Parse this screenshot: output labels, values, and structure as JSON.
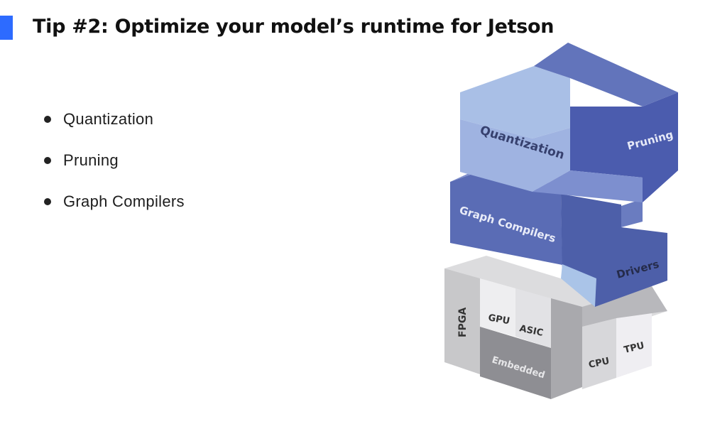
{
  "slide": {
    "title": "Tip #2: Optimize your model’s runtime for Jetson",
    "accent_color": "#2d6bff"
  },
  "bullets": [
    {
      "text": "Quantization"
    },
    {
      "text": "Pruning"
    },
    {
      "text": "Graph Compilers"
    }
  ],
  "diagram": {
    "top_layer": [
      "Quantization",
      "Pruning"
    ],
    "middle_layer": [
      "Graph Compilers",
      "Drivers"
    ],
    "bottom_layer": [
      "FPGA",
      "GPU",
      "ASIC",
      "Embedded",
      "CPU",
      "TPU"
    ],
    "colors": {
      "light_blue": "#9db4e0",
      "dark_blue": "#4f63ad",
      "gray": "#c9c9cb",
      "dark_gray": "#8d8d92"
    }
  }
}
